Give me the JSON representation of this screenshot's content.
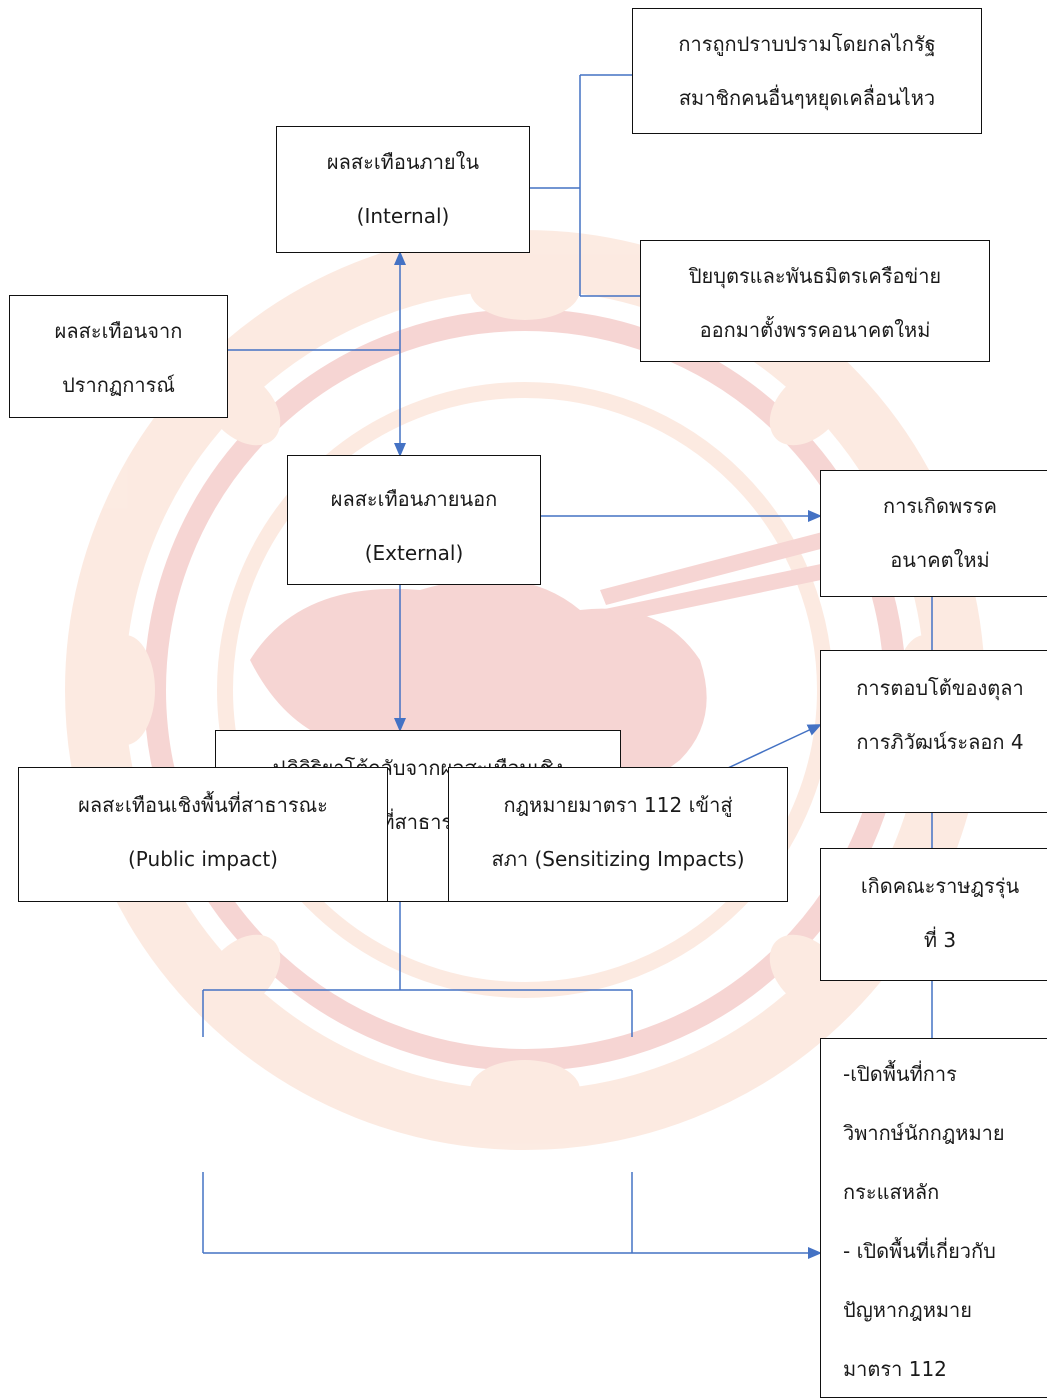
{
  "nodes": {
    "suppress": [
      "การถูกปราบปรามโดยกลไกรัฐ",
      "สมาชิกคนอื่นๆหยุดเคลื่อนไหว"
    ],
    "internal": [
      "ผลสะเทือนภายใน",
      "(Internal)"
    ],
    "progeny": [
      "ปิยบุตรและพันธมิตรเครือข่าย",
      "ออกมาตั้งพรรคอนาคตใหม่"
    ],
    "source": [
      "ผลสะเทือนจาก",
      "ปรากฏการณ์"
    ],
    "external": [
      "ผลสะเทือนภายนอก",
      "(External)"
    ],
    "new_party": [
      "การเกิดพรรค",
      "อนาคตใหม่"
    ],
    "court_response": [
      "การตอบโต้ของตุลา",
      "การภิวัฒน์ระลอก 4"
    ],
    "reaction": [
      "ปฏิกิริยาโต้กลับจากผลสะเทือนเชิง",
      "พื้นที่สาธารณะ"
    ],
    "generation3": [
      "เกิดคณะราษฎรรุ่น",
      "ที่ 3"
    ],
    "public_impact": [
      "ผลสะเทือนเชิงพื้นที่สาธารณะ",
      "(Public impact)"
    ],
    "law112": [
      "กฎหมายมาตรา 112 เข้าสู่",
      "สภา (Sensitizing Impacts)"
    ],
    "outcome": [
      "-เปิดพื้นที่การ",
      "วิพากษ์นักกฎหมาย",
      "กระแสหลัก",
      "- เปิดพื้นที่เกี่ยวกับ",
      "ปัญหากฎหมาย",
      "มาตรา 112"
    ]
  },
  "colors": {
    "connector": "#4472C4",
    "border": "#111111",
    "watermark_orange": "#F2A27A",
    "watermark_red": "#D9453A"
  }
}
